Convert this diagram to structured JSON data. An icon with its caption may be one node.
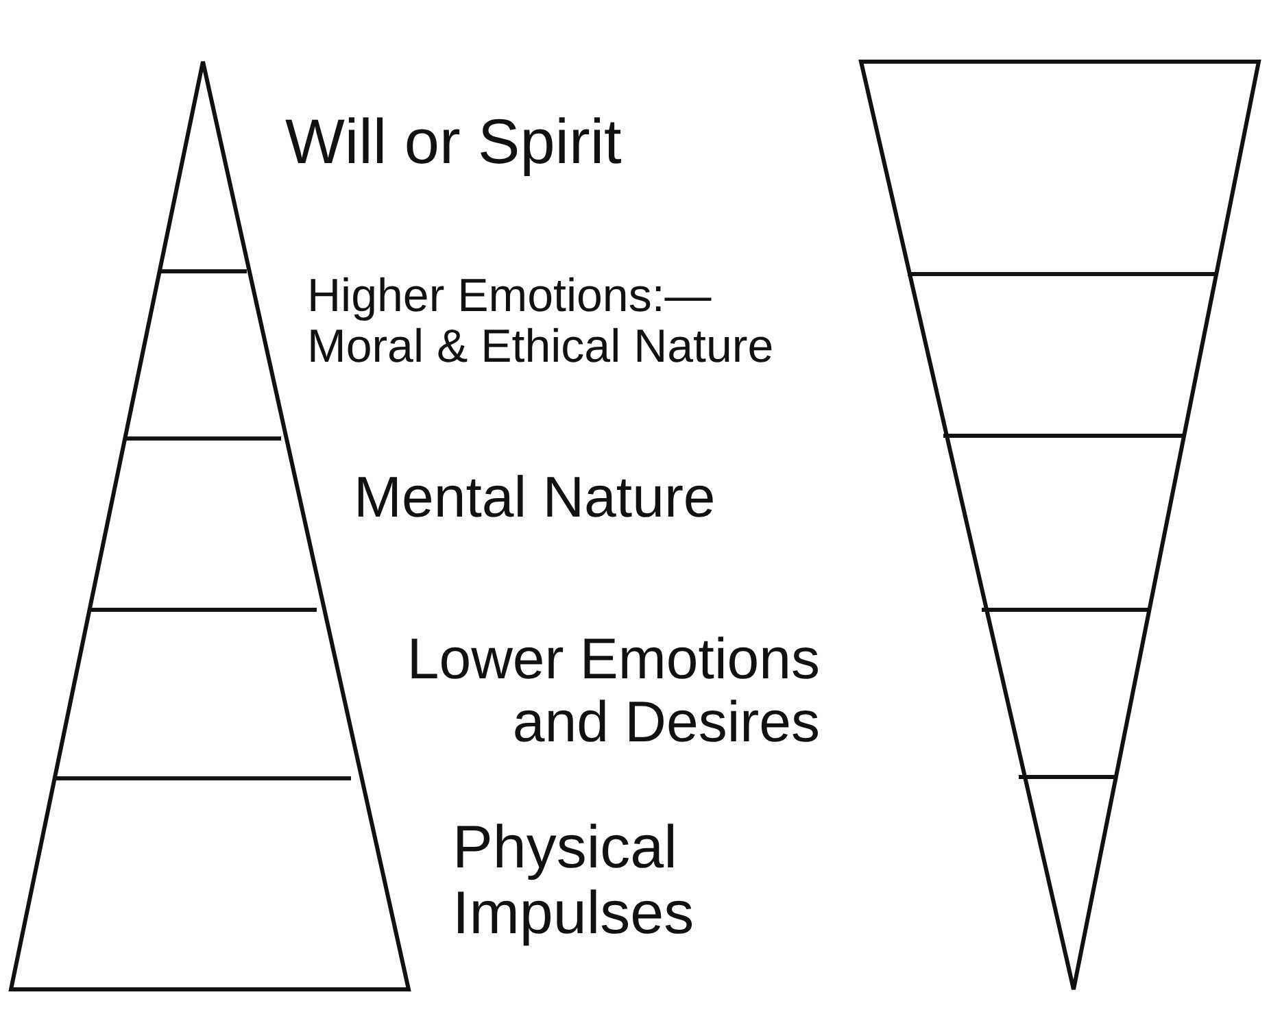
{
  "diagram": {
    "labels": [
      "Will or Spirit",
      "Higher Emotions:— Moral & Ethical Nature",
      "Mental Nature",
      "Lower Emotions and Desires",
      "Physical Impulses"
    ]
  }
}
